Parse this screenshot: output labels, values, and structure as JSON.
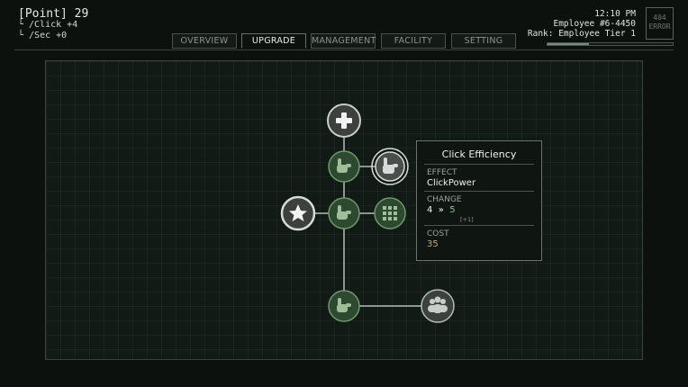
{
  "header": {
    "points_label": "[Point] 29",
    "per_click": "└ /Click +4",
    "per_sec": "└ /Sec +0"
  },
  "tabs": [
    {
      "label": "OVERVIEW",
      "active": false
    },
    {
      "label": "UPGRADE",
      "active": true
    },
    {
      "label": "MANAGEMENT",
      "active": false
    },
    {
      "label": "FACILITY",
      "active": false
    },
    {
      "label": "SETTING",
      "active": false
    }
  ],
  "status": {
    "time": "12:10 PM",
    "employee": "Employee #6-4450",
    "rank": "Rank: Employee Tier 1",
    "error_line1": "404",
    "error_line2": "ERROR",
    "rank_progress": 0.33
  },
  "tree": {
    "nodes": [
      {
        "id": "plus",
        "icon": "plus-icon",
        "state": "locked"
      },
      {
        "id": "click1",
        "icon": "pointer-hand-icon",
        "state": "owned"
      },
      {
        "id": "click-eff",
        "icon": "pointer-hand-icon",
        "state": "selected"
      },
      {
        "id": "star",
        "icon": "star-icon",
        "state": "available"
      },
      {
        "id": "click2",
        "icon": "pointer-hand-icon",
        "state": "owned"
      },
      {
        "id": "grid",
        "icon": "grid-icon",
        "state": "owned"
      },
      {
        "id": "click3",
        "icon": "pointer-hand-icon",
        "state": "owned"
      },
      {
        "id": "people",
        "icon": "people-icon",
        "state": "locked"
      }
    ]
  },
  "tooltip": {
    "title": "Click Efficiency",
    "effect_label": "EFFECT",
    "effect_value": "ClickPower",
    "change_label": "CHANGE",
    "change_from": "4",
    "change_arrow": "»",
    "change_to": "5",
    "change_delta": "[+1]",
    "cost_label": "COST",
    "cost_value": "35"
  },
  "colors": {
    "owned_fill": "#2d4a30",
    "owned_stroke": "#6e9a6c",
    "locked_fill": "#3c403e",
    "selected_ring": "#d8dcd8",
    "green_text": "#7fcf6e",
    "orange_text": "#e0a050"
  }
}
